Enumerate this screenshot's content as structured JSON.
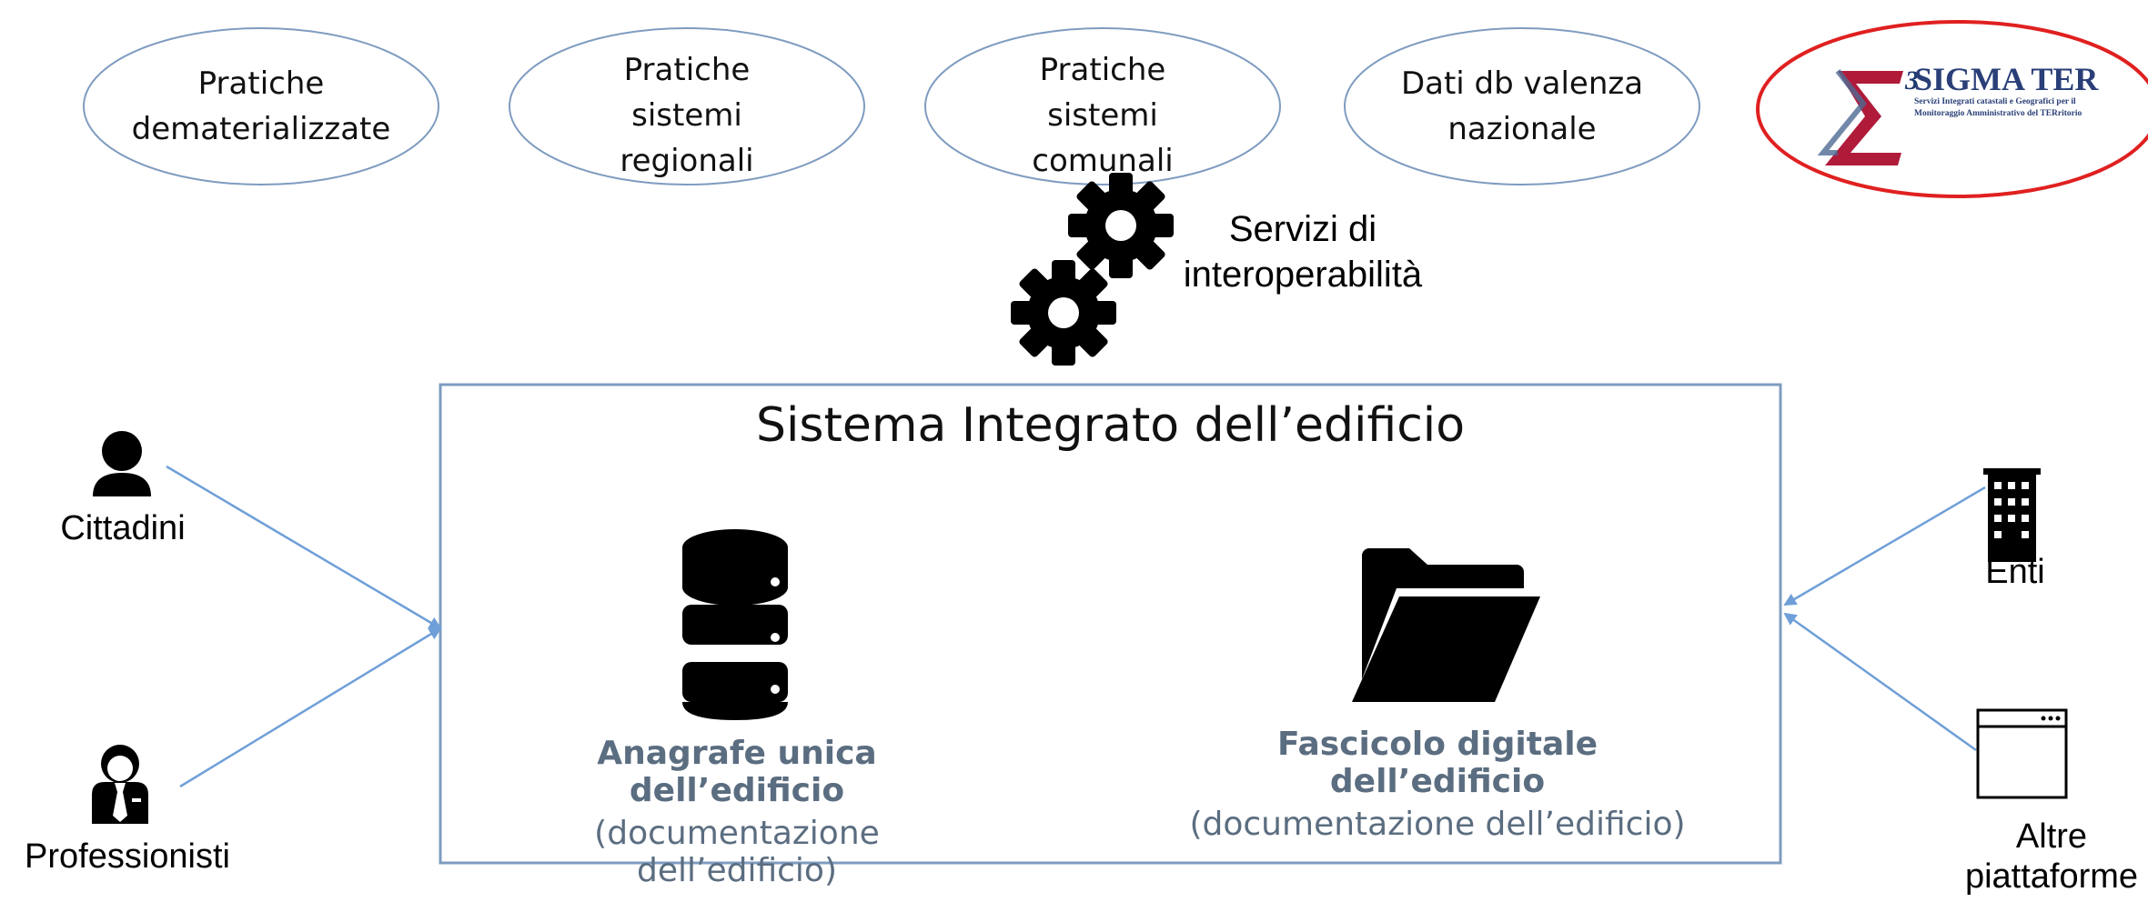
{
  "sources": [
    {
      "label": "Pratiche\ndematerializzate"
    },
    {
      "label": "Pratiche\nsistemi\nregionali"
    },
    {
      "label": "Pratiche\nsistemi\ncomunali"
    },
    {
      "label": "Dati db valenza\nnazionale"
    }
  ],
  "sigma_ter": {
    "name": "SIGMA TER",
    "tagline1": "Servizi Integrati catastali e Geografici per il",
    "tagline2": "Monitoraggio Amministrativo del TERritorio"
  },
  "services": {
    "label": "Servizi di\ninteroperabilità"
  },
  "system": {
    "title": "Sistema Integrato dell’edificio",
    "left": {
      "title": "Anagrafe unica dell’edificio",
      "subtitle": "(documentazione dell’edificio)"
    },
    "right": {
      "title": "Fascicolo digitale dell’edificio",
      "subtitle": "(documentazione dell’edificio)"
    }
  },
  "actors_left": [
    {
      "label": "Cittadini",
      "icon": "person-icon"
    },
    {
      "label": "Professionisti",
      "icon": "professional-icon"
    }
  ],
  "actors_right": [
    {
      "label": "Enti",
      "icon": "building-icon"
    },
    {
      "label": "Altre\npiattaforme",
      "icon": "browser-window-icon"
    }
  ],
  "colors": {
    "ellipse_stroke": "#7f9cc0",
    "box_stroke": "#7f9cc0",
    "arrow": "#6f9fd8",
    "highlight": "#e02020",
    "icon": "#000000"
  }
}
